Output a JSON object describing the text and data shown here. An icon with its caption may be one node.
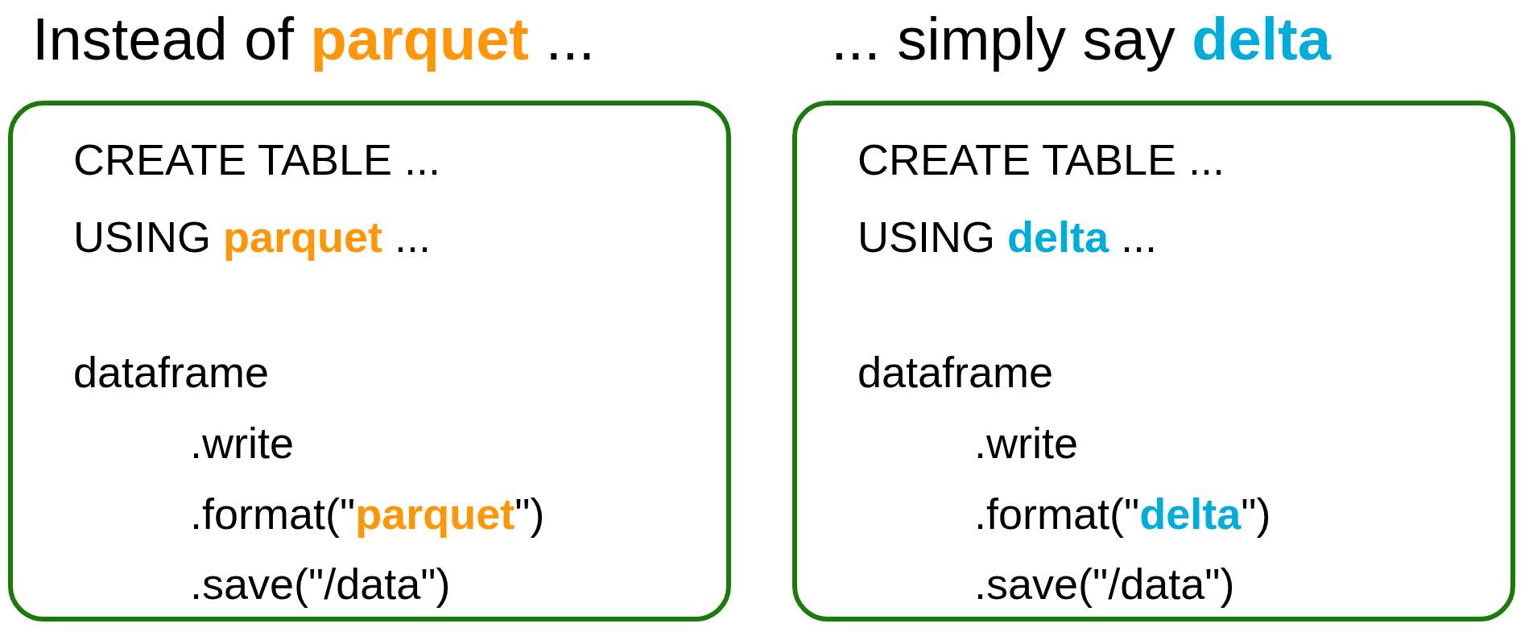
{
  "diagram": {
    "nodes": [
      {
        "text": [
          "Instead of **parquet** ...",
          "CREATE TABLE ...",
          "USING **parquet** ...",
          "dataframe",
          ".write",
          ".format(\"**parquet**\")",
          ".save(\"/data\")"
        ]
      },
      {
        "text": [
          "... simply say **delta**",
          "CREATE TABLE ...",
          "USING **delta** ...",
          "dataframe",
          ".write",
          ".format(\"**delta**\")",
          ".save(\"/data\")"
        ]
      }
    ]
  }
}
